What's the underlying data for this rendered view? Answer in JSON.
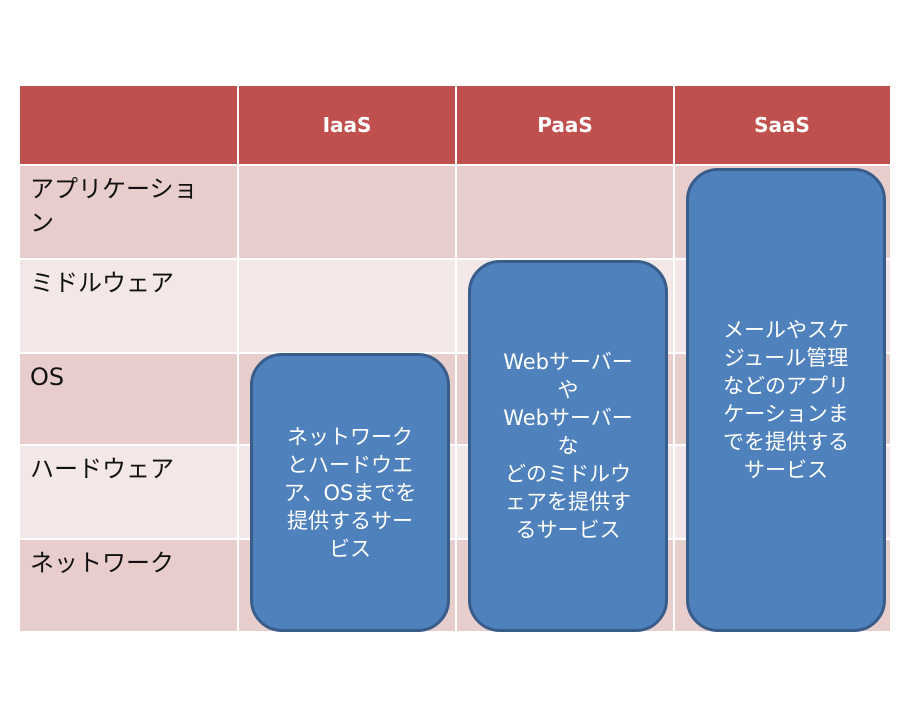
{
  "table": {
    "columns": [
      "",
      "IaaS",
      "PaaS",
      "SaaS"
    ],
    "rows": [
      "アプリケーション",
      "ミドルウェア",
      "OS",
      "ハードウェア",
      "ネットワーク"
    ]
  },
  "services": {
    "iaas": "ネットワーク\nとハードウエ\nア、OSまでを\n提供するサー\nビス",
    "paas": "Webサーバーや\nWebサーバーな\nどのミドルウ\nェアを提供す\nるサービス",
    "saas": "メールやスケ\nジュール管理\nなどのアプリ\nケーションま\nでを提供する\nサービス"
  },
  "colors": {
    "header": "#c0504d",
    "row_dark": "#e8cdcd",
    "row_light": "#f3e7e7",
    "box_fill": "#4f81bd",
    "box_border": "#385d8a"
  }
}
